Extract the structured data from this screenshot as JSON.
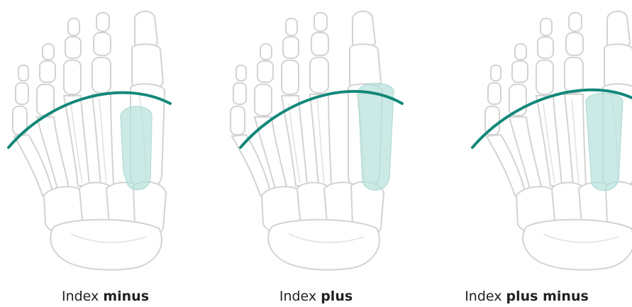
{
  "colors": {
    "arc": "#13887a",
    "highlight": "#b8e2dc",
    "bone_outline": "#d3d3d3",
    "text": "#222222"
  },
  "panels": [
    {
      "id": "index-minus",
      "label_plain": "Index ",
      "label_bold": "minus",
      "highlighted_bone": "first metatarsal"
    },
    {
      "id": "index-plus",
      "label_plain": "Index ",
      "label_bold": "plus",
      "highlighted_bone": "first metatarsal"
    },
    {
      "id": "index-plus-minus",
      "label_plain": "Index ",
      "label_bold": "plus minus",
      "highlighted_bone": "first metatarsal"
    }
  ]
}
